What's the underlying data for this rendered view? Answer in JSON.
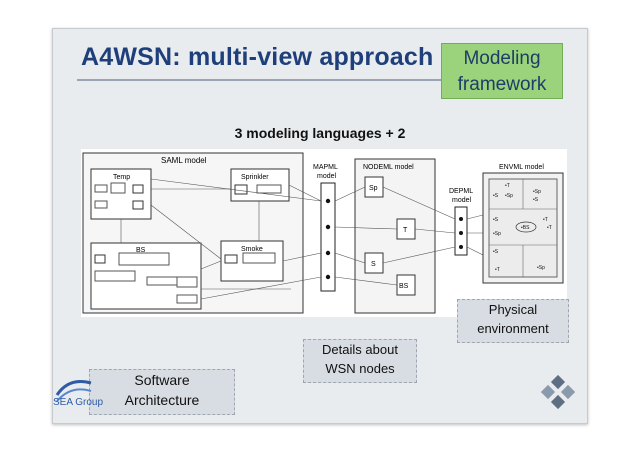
{
  "slide": {
    "title": "A4WSN: multi-view approach",
    "badge_line1": "Modeling",
    "badge_line2": "framework",
    "subtitle": "3 modeling languages + 2"
  },
  "diagram": {
    "saml_label": "SAML model",
    "mapml_line1": "MAPML",
    "mapml_line2": "model",
    "nodeml_label": "NODEML model",
    "depml_line1": "DEPML",
    "depml_line2": "model",
    "envml_label": "ENVML model",
    "temp_label": "Temp",
    "sprinkler_label": "Sprinkler",
    "smoke_label": "Smoke",
    "bs_label": "BS",
    "node_sp": "Sp",
    "node_t": "T",
    "node_s": "S",
    "node_bs": "BS",
    "env_labels": [
      "•T",
      "•S",
      "•Sp",
      "•Sp",
      "•S",
      "•BS",
      "•S",
      "•T",
      "•T",
      "•Sp",
      "•S",
      "•T",
      "•Sp"
    ]
  },
  "callouts": {
    "physical_line1": "Physical",
    "physical_line2": "environment",
    "details_line1": "Details about",
    "details_line2": "WSN nodes",
    "software_line1": "Software",
    "software_line2": "Architecture"
  },
  "logos": {
    "sea_text": "SEA Group"
  },
  "colors": {
    "title": "#1f3f7a",
    "badge_fill": "#9bd27c",
    "callout_fill": "#d8dde3",
    "sea_blue": "#2e5aa6"
  }
}
